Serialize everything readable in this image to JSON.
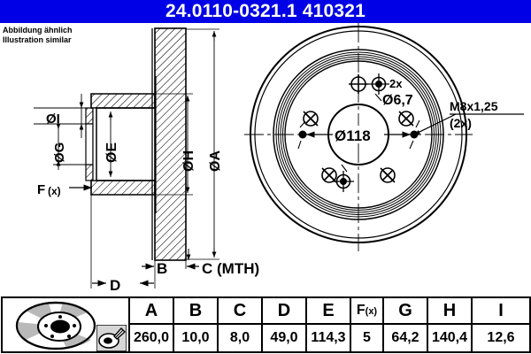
{
  "header": {
    "title": "24.0110-0321.1    410321",
    "part_number_left": "24.0110-0321.1",
    "part_number_right": "410321",
    "background_color": "#0000e6",
    "text_color": "#ffffff"
  },
  "caption": {
    "line_de": "Abbildung ähnlich",
    "line_en": "Illustration similar"
  },
  "section_view": {
    "labels": {
      "dia_i": "ØI",
      "dia_g": "ØG",
      "dia_e": "ØE",
      "dia_h": "ØH",
      "dia_a": "ØA",
      "fx": "F(x)",
      "b": "B",
      "c": "C (MTH)",
      "d": "D"
    }
  },
  "face_view": {
    "annotations": {
      "holes_count": "2x",
      "holes_dia": "Ø6,7",
      "thread": "M8x1,25",
      "thread_count": "(2x)",
      "pcd": "Ø118"
    }
  },
  "spec_table": {
    "headers": [
      "A",
      "B",
      "C",
      "D",
      "E",
      "F(x)",
      "G",
      "H",
      "I"
    ],
    "fx_header_main": "F",
    "fx_header_sub": "(x)",
    "values": [
      "260,0",
      "10,0",
      "8,0",
      "49,0",
      "114,3",
      "5",
      "64,2",
      "140,4",
      "12,6"
    ],
    "icons": {
      "product": "brake-disc-icon",
      "tool": "caliper-measure-icon"
    }
  }
}
